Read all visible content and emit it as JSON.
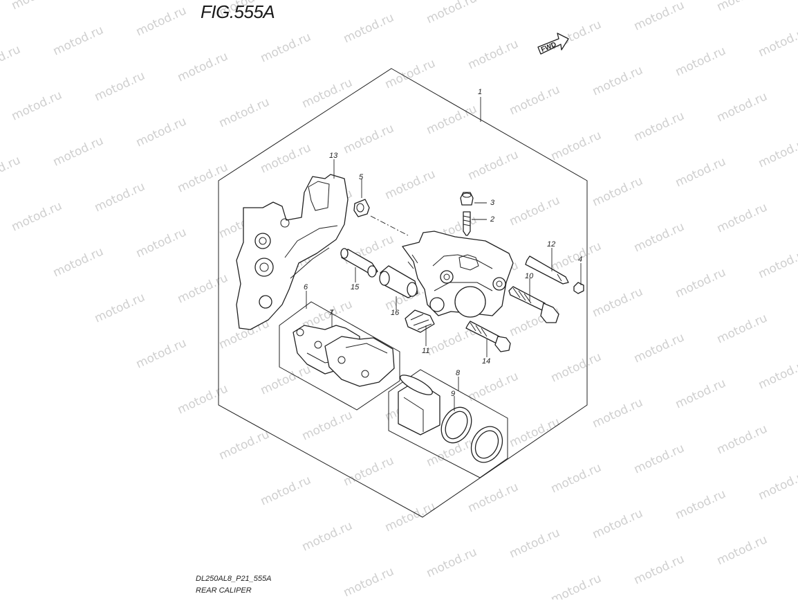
{
  "figure": {
    "title": "FIG.555A",
    "code": "DL250AL8_P21_555A",
    "name": "REAR CALIPER",
    "fwd_label": "FWD"
  },
  "watermark": "motod.ru",
  "callouts": [
    {
      "id": "c1",
      "label": "1"
    },
    {
      "id": "c2",
      "label": "2"
    },
    {
      "id": "c3",
      "label": "3"
    },
    {
      "id": "c4",
      "label": "4"
    },
    {
      "id": "c5",
      "label": "5"
    },
    {
      "id": "c6",
      "label": "6"
    },
    {
      "id": "c7",
      "label": "7"
    },
    {
      "id": "c8",
      "label": "8"
    },
    {
      "id": "c9",
      "label": "9"
    },
    {
      "id": "c10",
      "label": "10"
    },
    {
      "id": "c11",
      "label": "11"
    },
    {
      "id": "c12",
      "label": "12"
    },
    {
      "id": "c13",
      "label": "13"
    },
    {
      "id": "c14",
      "label": "14"
    },
    {
      "id": "c15",
      "label": "15"
    },
    {
      "id": "c16",
      "label": "16"
    }
  ]
}
